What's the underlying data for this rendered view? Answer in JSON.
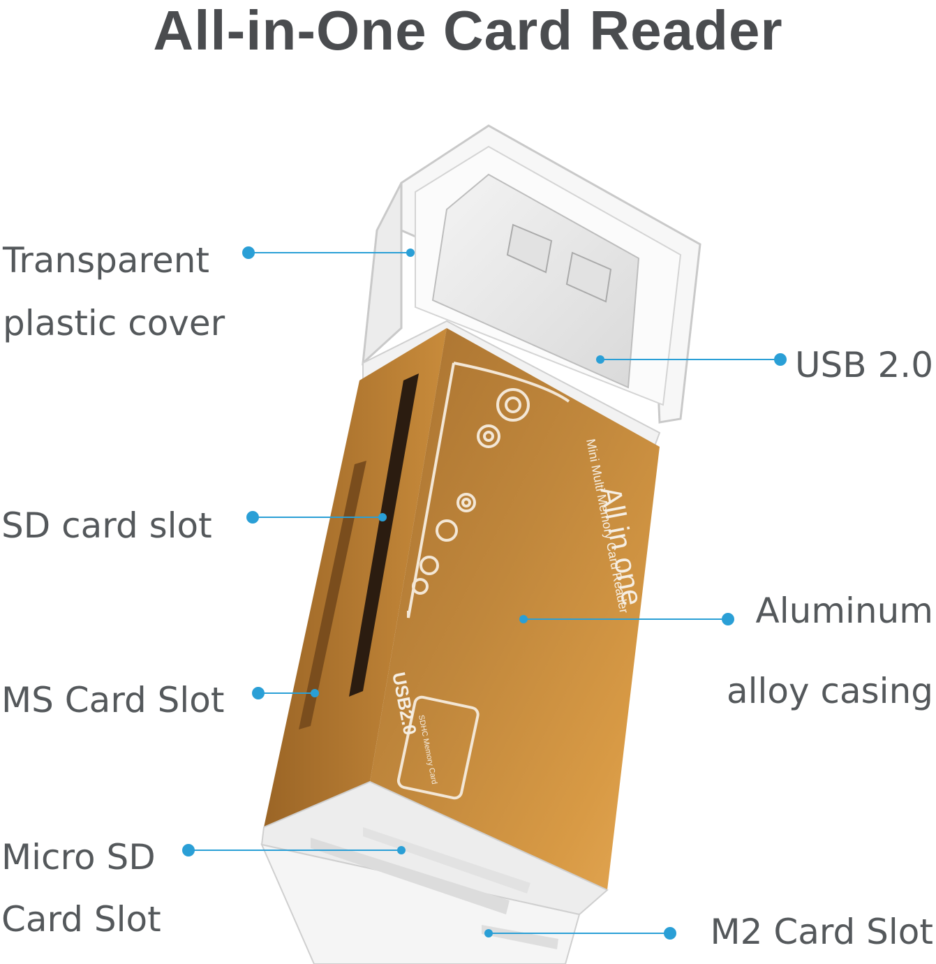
{
  "title": "All-in-One Card Reader",
  "labels": {
    "transparent_cover": [
      "Transparent",
      "plastic cover"
    ],
    "usb": "USB 2.0",
    "sd_slot": "SD card slot",
    "aluminum": [
      "Aluminum",
      "alloy casing"
    ],
    "ms_slot": "MS Card Slot",
    "micro_sd": [
      "Micro SD",
      "Card Slot"
    ],
    "m2_slot": "M2 Card Slot"
  },
  "device_print": {
    "brand_line": "All in one",
    "sub_line": "Mini Multi Memory Card Reader",
    "usb_mark": "USB2.0",
    "sdhc_mark": "SDHC Memory Card"
  },
  "colors": {
    "callout": "#2a9fd6",
    "casing": "#c0873c",
    "text": "#54585b"
  }
}
